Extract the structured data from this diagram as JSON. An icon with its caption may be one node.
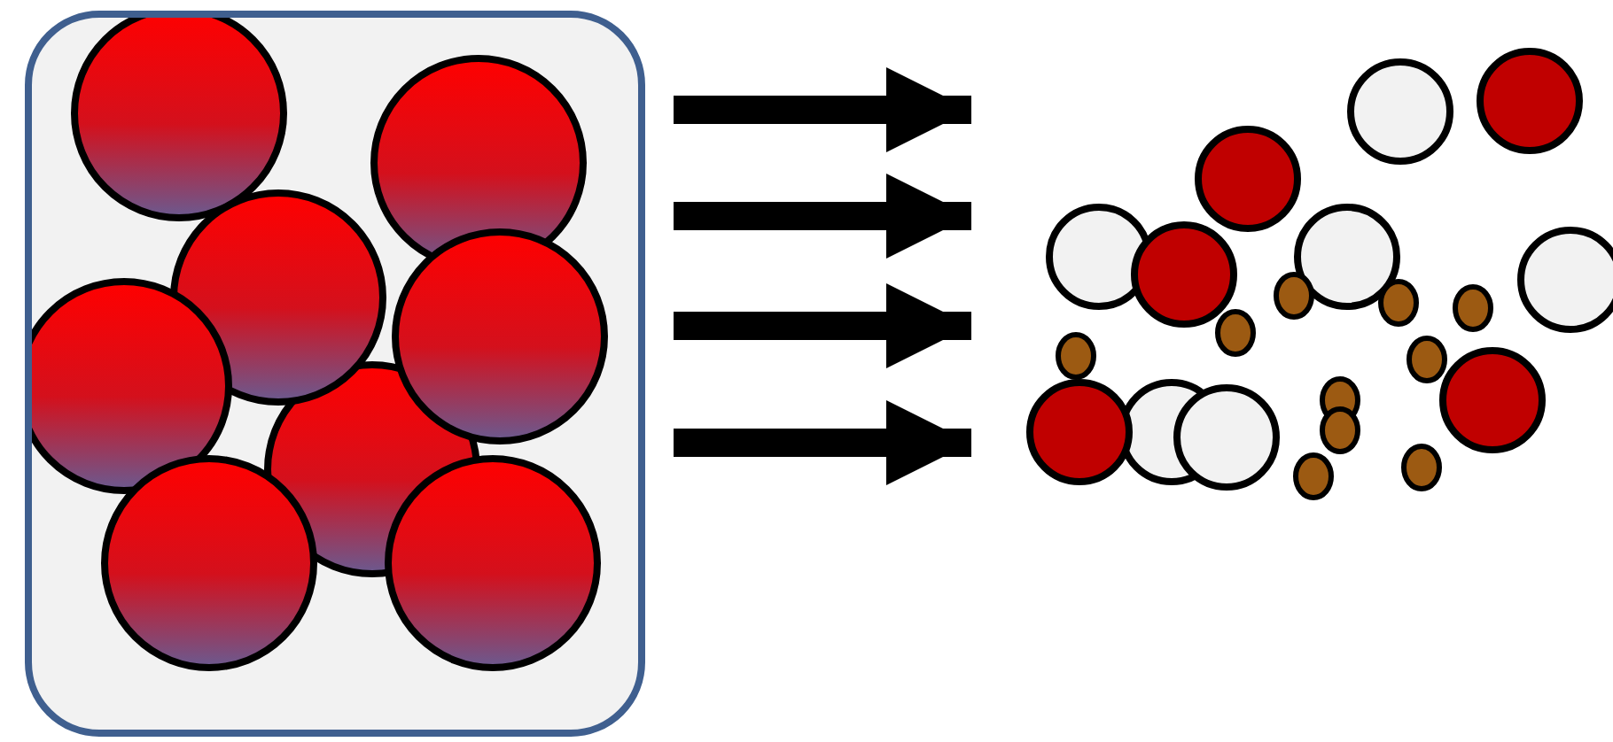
{
  "diagram": {
    "nodes": [
      {
        "text": [],
        "shape": "box"
      },
      {
        "text": [],
        "shape": "picture"
      }
    ],
    "edges": [
      {
        "from": 0,
        "to": 1,
        "arrow": "to"
      },
      {
        "from": 0,
        "to": 1,
        "arrow": "to"
      },
      {
        "from": 0,
        "to": 1,
        "arrow": "to"
      },
      {
        "from": 0,
        "to": 1,
        "arrow": "to"
      }
    ]
  }
}
